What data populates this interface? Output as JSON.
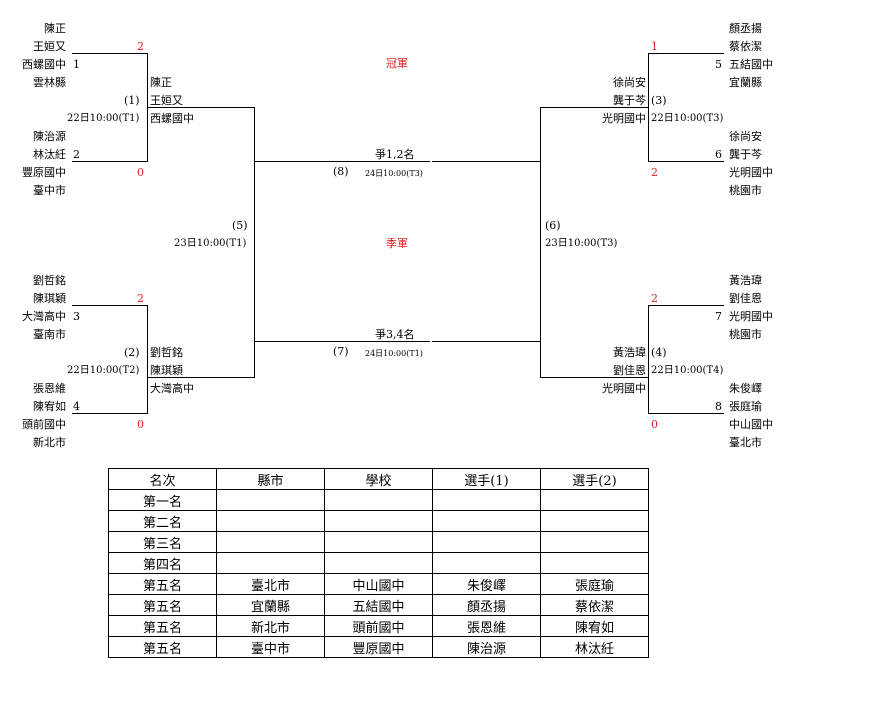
{
  "labels": {
    "champion": "冠軍",
    "third_place": "季軍",
    "final": "爭1,2名",
    "third_match": "爭3,4名"
  },
  "players": {
    "p1": {
      "name1": "陳正",
      "name2": "王姮又",
      "school": "西螺國中",
      "seed": "1",
      "city": "雲林縣"
    },
    "p2": {
      "name1": "陳治源",
      "name2": "林汰紝",
      "school": "豐原國中",
      "seed": "2",
      "city": "臺中市"
    },
    "p3": {
      "name1": "劉哲銘",
      "name2": "陳琪穎",
      "school": "大灣高中",
      "seed": "3",
      "city": "臺南市"
    },
    "p4": {
      "name1": "張恩維",
      "name2": "陳宥如",
      "school": "頭前國中",
      "seed": "4",
      "city": "新北市"
    },
    "p5": {
      "name1": "顏丞揚",
      "name2": "蔡依潔",
      "school": "五結國中",
      "seed": "5",
      "city": "宜蘭縣"
    },
    "p6": {
      "name1": "徐尚安",
      "name2": "龔于芩",
      "school": "光明國中",
      "seed": "6",
      "city": "桃園市"
    },
    "p7": {
      "name1": "黃浩瑋",
      "name2": "劉佳恩",
      "school": "光明國中",
      "seed": "7",
      "city": "桃園市"
    },
    "p8": {
      "name1": "朱俊嶧",
      "name2": "張庭瑜",
      "school": "中山國中",
      "seed": "8",
      "city": "臺北市"
    }
  },
  "matches": {
    "m1": {
      "num": "(1)",
      "time": "22日10:00(T1)",
      "score_top": "2",
      "score_bottom": "0",
      "w1": "陳正",
      "w2": "王姮又",
      "ws": "西螺國中"
    },
    "m2": {
      "num": "(2)",
      "time": "22日10:00(T2)",
      "score_top": "2",
      "score_bottom": "0",
      "w1": "劉哲銘",
      "w2": "陳琪穎",
      "ws": "大灣高中"
    },
    "m3": {
      "num": "(3)",
      "time": "22日10:00(T3)",
      "score_top": "1",
      "score_bottom": "2",
      "w1": "徐尚安",
      "w2": "龔于芩",
      "ws": "光明國中"
    },
    "m4": {
      "num": "(4)",
      "time": "22日10:00(T4)",
      "score_top": "2",
      "score_bottom": "0",
      "w1": "黃浩瑋",
      "w2": "劉佳恩",
      "ws": "光明國中"
    },
    "m5": {
      "num": "(5)",
      "time": "23日10:00(T1)"
    },
    "m6": {
      "num": "(6)",
      "time": "23日10:00(T3)"
    },
    "m7": {
      "num": "(7)",
      "time": "24日10:00(T1)"
    },
    "m8": {
      "num": "(8)",
      "time": "24日10:00(T3)"
    }
  },
  "results": {
    "headers": [
      "名次",
      "縣市",
      "學校",
      "選手(1)",
      "選手(2)"
    ],
    "rows": [
      [
        "第一名",
        "",
        "",
        "",
        ""
      ],
      [
        "第二名",
        "",
        "",
        "",
        ""
      ],
      [
        "第三名",
        "",
        "",
        "",
        ""
      ],
      [
        "第四名",
        "",
        "",
        "",
        ""
      ],
      [
        "第五名",
        "臺北市",
        "中山國中",
        "朱俊嶧",
        "張庭瑜"
      ],
      [
        "第五名",
        "宜蘭縣",
        "五結國中",
        "顏丞揚",
        "蔡依潔"
      ],
      [
        "第五名",
        "新北市",
        "頭前國中",
        "張恩維",
        "陳宥如"
      ],
      [
        "第五名",
        "臺中市",
        "豐原國中",
        "陳治源",
        "林汰紝"
      ]
    ]
  }
}
